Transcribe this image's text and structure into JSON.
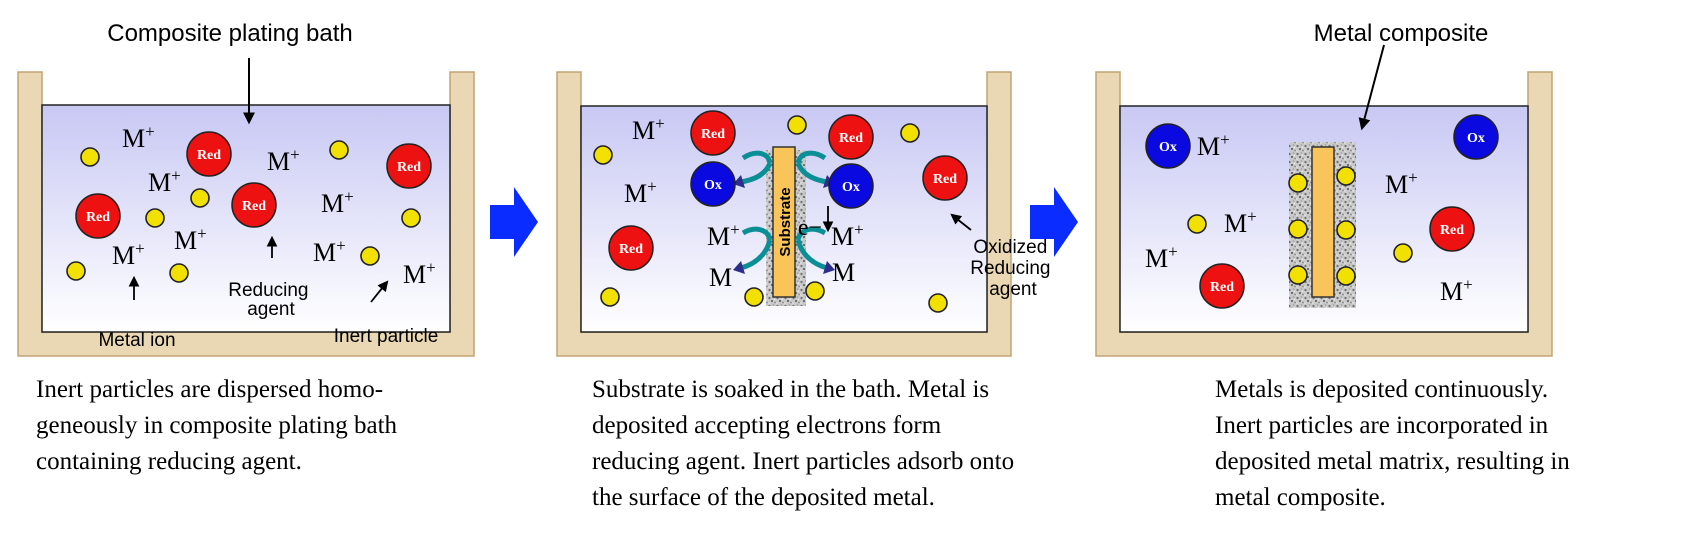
{
  "panels": [
    {
      "top_label": "Composite plating bath",
      "labels": {
        "reducing_agent": [
          "Reducing",
          "agent"
        ],
        "metal_ion": "Metal ion",
        "inert_particle": "Inert particle"
      },
      "caption": [
        "Inert particles are dispersed homo-",
        "geneously in composite plating bath",
        "containing reducing agent."
      ]
    },
    {
      "labels": {
        "substrate": "Substrate",
        "oxidized": [
          "Oxidized",
          "Reducing",
          "agent"
        ],
        "electron": "e−",
        "metal_ion": "M+",
        "metal": "M"
      },
      "caption": [
        "Substrate is soaked in the bath. Metal is",
        "deposited accepting electrons form",
        "reducing agent. Inert particles adsorb onto",
        "the surface of the deposited metal."
      ]
    },
    {
      "top_label": "Metal composite",
      "caption": [
        "Metals is deposited continuously.",
        "Inert particles are incorporated in",
        "deposited metal matrix, resulting in",
        "metal composite."
      ]
    }
  ],
  "glyphs": {
    "metal_ion": "M",
    "plus": "+",
    "red": "Red",
    "ox": "Ox"
  },
  "colors": {
    "tank_wall": "#ead7b4",
    "tank_stroke": "#c2a472",
    "bath_top": "#c8c8f4",
    "bath_bottom": "#ffffff",
    "red_particle": "#ee1111",
    "ox_particle": "#0a0ae0",
    "inert_particle": "#f2e000",
    "substrate": "#f9c45a",
    "flow_arrow": "#0a8f96",
    "process_arrow": "#0a2cff"
  }
}
